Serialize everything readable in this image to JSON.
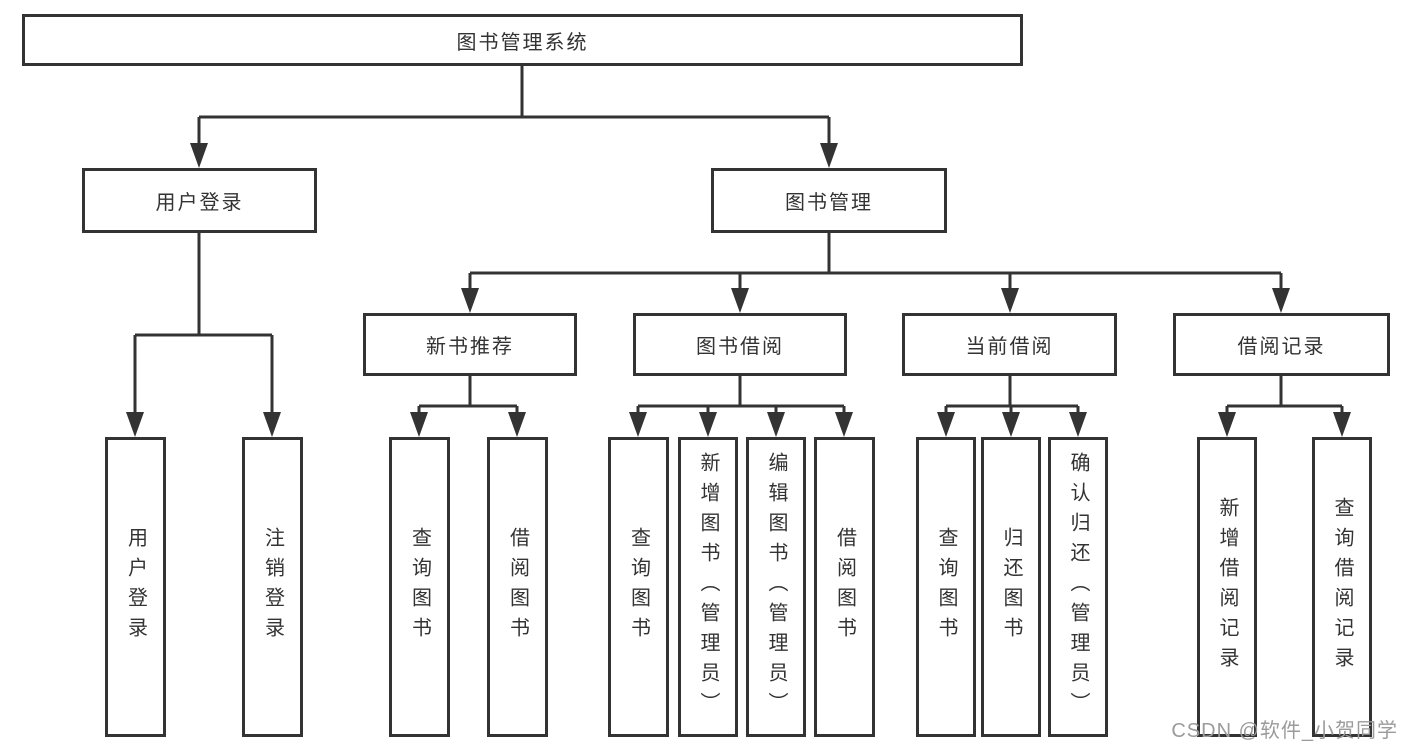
{
  "colors": {
    "line": "#333333",
    "text": "#333333",
    "node-bg": "#ffffff",
    "watermark": "#9b9b9b",
    "background": "#ffffff"
  },
  "watermark": {
    "text": "CSDN @软件_小贺同学"
  },
  "tree": {
    "label": "图书管理系统",
    "children": [
      {
        "label": "用户登录",
        "children": [
          {
            "label": "用户登录"
          },
          {
            "label": "注销登录"
          }
        ]
      },
      {
        "label": "图书管理",
        "children": [
          {
            "label": "新书推荐",
            "children": [
              {
                "label": "查询图书"
              },
              {
                "label": "借阅图书"
              }
            ]
          },
          {
            "label": "图书借阅",
            "children": [
              {
                "label": "查询图书"
              },
              {
                "label": "新增图书（管理员）"
              },
              {
                "label": "编辑图书（管理员）"
              },
              {
                "label": "借阅图书"
              }
            ]
          },
          {
            "label": "当前借阅",
            "children": [
              {
                "label": "查询图书"
              },
              {
                "label": "归还图书"
              },
              {
                "label": "确认归还（管理员）"
              }
            ]
          },
          {
            "label": "借阅记录",
            "children": [
              {
                "label": "新增借阅记录"
              },
              {
                "label": "查询借阅记录"
              }
            ]
          }
        ]
      }
    ]
  }
}
